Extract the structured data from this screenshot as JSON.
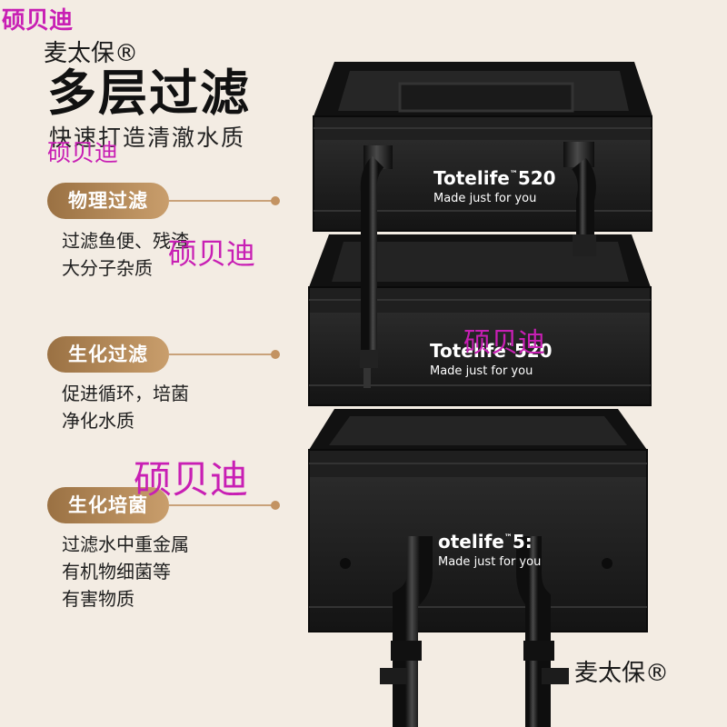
{
  "watermarks": [
    "硕贝迪",
    "硕贝迪",
    "硕贝迪",
    "硕贝迪",
    "硕贝迪"
  ],
  "brand": {
    "top_left": "麦太保®",
    "bottom_right": "麦太保®"
  },
  "headline": {
    "title": "多层过滤",
    "subtitle": "快速打造清澈水质"
  },
  "features": [
    {
      "label": "物理过滤",
      "lines": [
        "过滤鱼便、残渣",
        "大分子杂质"
      ]
    },
    {
      "label": "生化过滤",
      "lines": [
        "促进循环，培菌",
        "净化水质"
      ]
    },
    {
      "label": "生化培菌",
      "lines": [
        "过滤水中重金属",
        "有机物细菌等",
        "有害物质"
      ]
    }
  ],
  "crates": [
    {
      "brand": "Totelife",
      "tm": "™",
      "model": "520",
      "slogan": "Made just for you"
    },
    {
      "brand": "Totelife",
      "tm": "™",
      "model": "520",
      "slogan": "Made just for you"
    },
    {
      "brand": "otelife",
      "tm": "™",
      "model": "5:",
      "slogan": "Made just for you"
    }
  ],
  "colors": {
    "accent": "#b08455",
    "watermark": "#c81fb4",
    "background": "#f3ece3",
    "crate": "#1b1b1b"
  }
}
